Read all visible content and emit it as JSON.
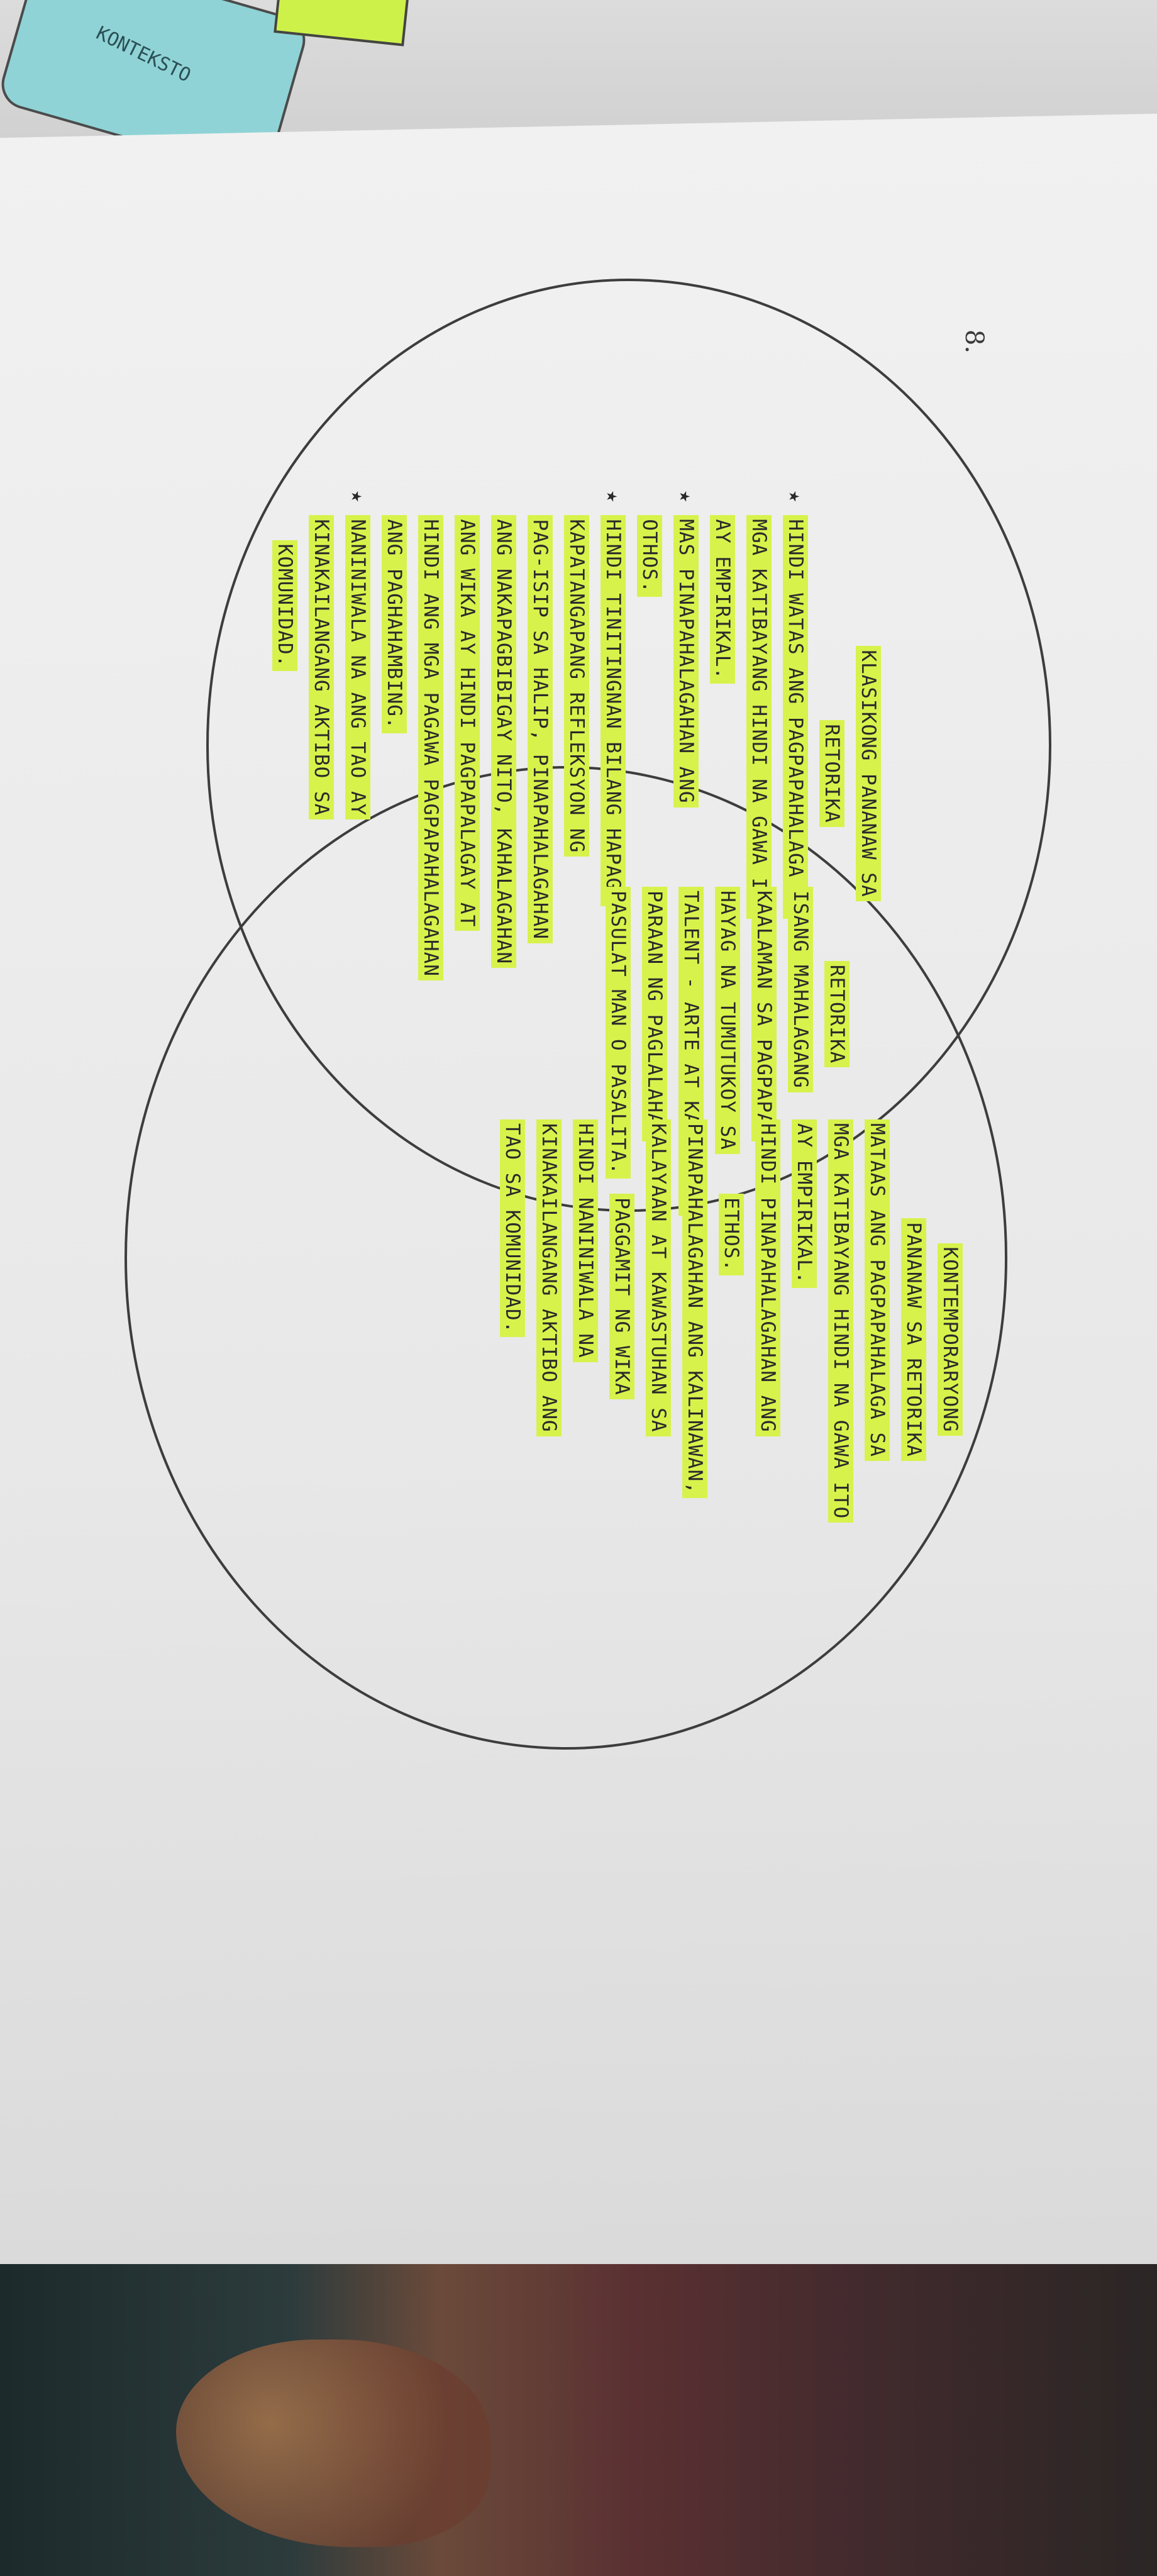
{
  "background": {
    "sticky_note_text": "KONTEKSTO",
    "page_number": "8."
  },
  "venn": {
    "left_circle": {
      "title_lines": [
        "KLASIKONG PANANAW SA",
        "RETORIKA"
      ],
      "items": [
        "HINDI WATAS ANG PAGPAPAHALAGA SA",
        "MGA KATIBAYANG HINDI NA GAWA ITO",
        "AY EMPIRIKAL.",
        "MAS PINAPAHALAGAHAN ANG",
        "OTHOS.",
        "HINDI TINITINGNAN BILANG HAPAG-",
        "KAPATANGAPANG REFLEKSYON NG",
        "PAG-ISIP SA HALIP, PINAPAHALAGAHAN",
        "ANG NAKAPAGBIBIGAY NITO, KAHALAGAHAN",
        "ANG WIKA AY HINDI PAGPAPALAGAY AT",
        "HINDI ANG MGA PAGAWA PAGPAPAHALAGAHAN",
        "ANG PAGHAHAMBING.",
        "NANINIWALA NA ANG TAO AY",
        "KINAKAILANGANG AKTIBO SA",
        "KOMUNIDAD."
      ]
    },
    "overlap": {
      "title": "RETORIKA",
      "items": [
        "ISANG MAHALAGANG",
        "KAALAMAN SA PAGPAPA-",
        "HAYAG NA TUMUTUKOY SA",
        "TALENT - ARTE AT KAALAMANG",
        "PARAAN NG PAGLALAHAD",
        "PASULAT MAN O PASALITA."
      ]
    },
    "right_circle": {
      "title_lines": [
        "KONTEMPORARYONG",
        "PANANAW SA RETORIKA"
      ],
      "items": [
        "MATAAS ANG PAGPAPAHALAGA SA",
        "MGA KATIBAYANG HINDI NA GAWA ITO",
        "AY EMPIRIKAL.",
        "HINDI PINAPAHALAGAHAN ANG",
        "ETHOS.",
        "PINAPAHALAGAHAN ANG KALINAWAN,",
        "KALAYAAN AT KAWASTUHAN SA",
        "PAGGAMIT NG WIKA",
        "HINDI NANINIWALA NA",
        "KINAKAILANGANG AKTIBO ANG",
        "TAO SA KOMUNIDAD."
      ]
    }
  }
}
